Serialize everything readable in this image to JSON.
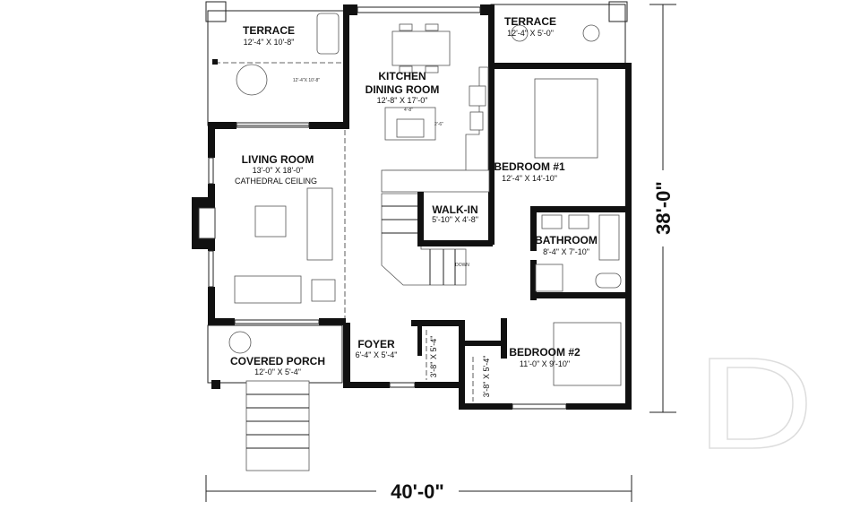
{
  "rooms": {
    "terrace_left": {
      "name": "TERRACE",
      "size": "12'-4\" X 10'-8\"",
      "inner_size": "12'-4\"X 10'-8\""
    },
    "terrace_right": {
      "name": "TERRACE",
      "size": "12'-4\" X 5'-0\""
    },
    "kitchen": {
      "name_line1": "KITCHEN",
      "name_line2": "DINING ROOM",
      "size": "12'-8\" X 17'-0\""
    },
    "living": {
      "name": "LIVING ROOM",
      "size": "13'-0\" X 18'-0\"",
      "note": "CATHEDRAL CEILING"
    },
    "bedroom1": {
      "name": "BEDROOM #1",
      "size": "12'-4\" X 14'-10\""
    },
    "walkin": {
      "name": "WALK-IN",
      "size": "5'-10\" X 4'-8\""
    },
    "bathroom": {
      "name": "BATHROOM",
      "size": "8'-4\" X 7'-10\""
    },
    "foyer": {
      "name": "FOYER",
      "size": "6'-4\" X 5'-4\""
    },
    "closet1": {
      "size": "3'-8\" X 5'-4\""
    },
    "closet2": {
      "size": "3'-8\" X 5'-4\""
    },
    "bedroom2": {
      "name": "BEDROOM #2",
      "size": "11'-0\" X 9'-10\""
    },
    "porch": {
      "name": "COVERED PORCH",
      "size": "12'-0\" X 5'-4\""
    }
  },
  "stairs": {
    "label": "DOWN"
  },
  "island": {
    "width": "4'-8\"",
    "depth": "2'-6\""
  },
  "dimensions": {
    "width": "40'-0\"",
    "depth": "38'-0\""
  },
  "logo": {
    "letter": "D"
  }
}
